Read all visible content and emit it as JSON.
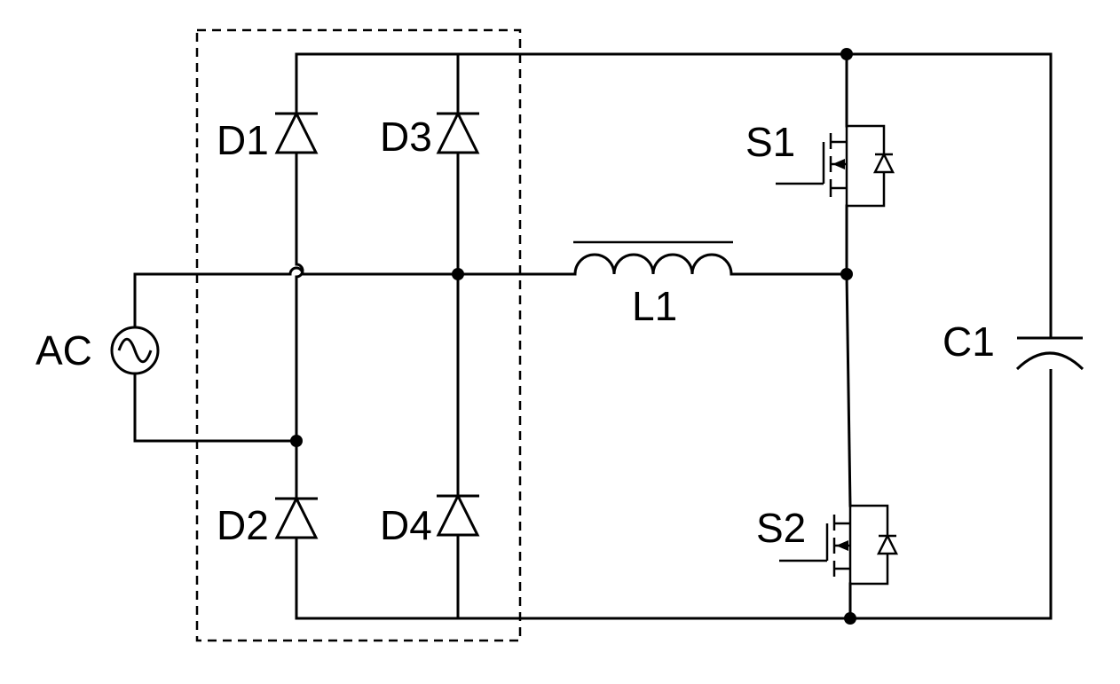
{
  "labels": {
    "ac": "AC",
    "d1": "D1",
    "d2": "D2",
    "d3": "D3",
    "d4": "D4",
    "l1": "L1",
    "s1": "S1",
    "s2": "S2",
    "c1": "C1"
  },
  "style": {
    "stroke_color": "#000000",
    "background": "#ffffff",
    "bridge_box": "dashed"
  }
}
